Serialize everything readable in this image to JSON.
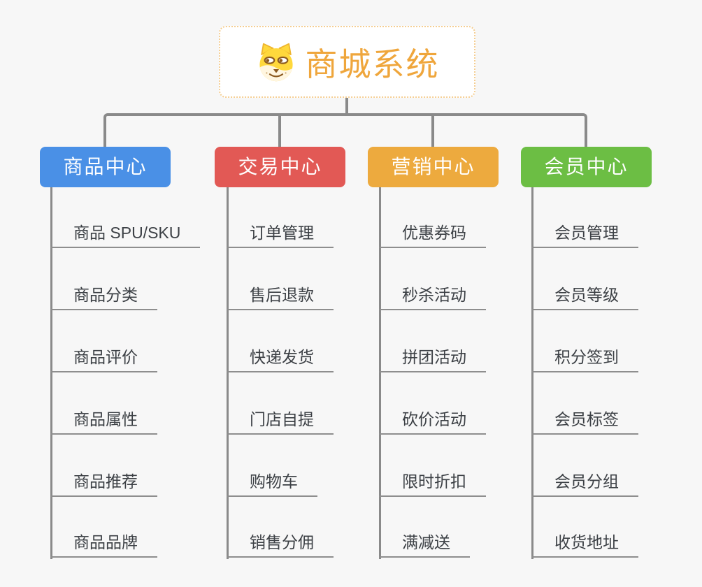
{
  "root": {
    "title": "商城系统",
    "icon": "dog-face-icon"
  },
  "branches": [
    {
      "label": "商品中心",
      "color": "#4a90e6",
      "children": [
        "商品 SPU/SKU",
        "商品分类",
        "商品评价",
        "商品属性",
        "商品推荐",
        "商品品牌"
      ]
    },
    {
      "label": "交易中心",
      "color": "#e25955",
      "children": [
        "订单管理",
        "售后退款",
        "快递发货",
        "门店自提",
        "购物车",
        "销售分佣"
      ]
    },
    {
      "label": "营销中心",
      "color": "#edaa3e",
      "children": [
        "优惠券码",
        "秒杀活动",
        "拼团活动",
        "砍价活动",
        "限时折扣",
        "满减送"
      ]
    },
    {
      "label": "会员中心",
      "color": "#6cbe44",
      "children": [
        "会员管理",
        "会员等级",
        "积分签到",
        "会员标签",
        "会员分组",
        "收货地址"
      ]
    }
  ],
  "style": {
    "background": "#f7f7f7",
    "connector_color": "#8a8a8a",
    "leaf_underline_color": "#8e8e8e",
    "leaf_text_color": "#3c4045",
    "root_title_color": "#efa63c",
    "root_border_color": "#f5ce92"
  }
}
